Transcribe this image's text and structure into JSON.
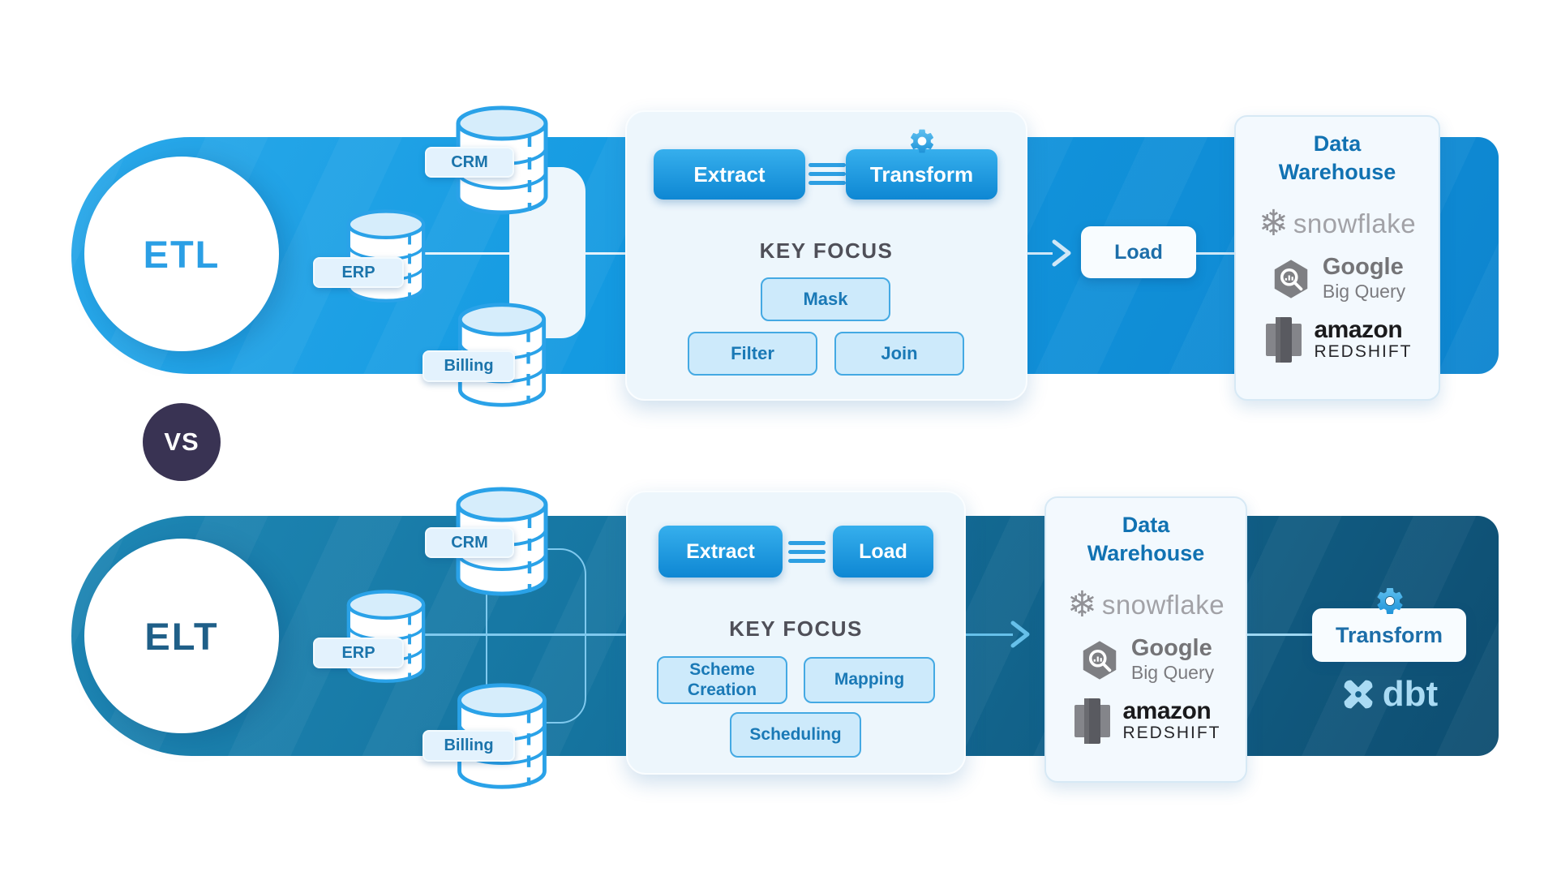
{
  "top_pipeline": {
    "badge": "ETL",
    "sources": {
      "crm": "CRM",
      "erp": "ERP",
      "billing": "Billing"
    },
    "steps": {
      "extract": "Extract",
      "transform": "Transform",
      "load": "Load"
    },
    "key_focus": {
      "heading": "KEY FOCUS",
      "item1": "Mask",
      "item2": "Filter",
      "item3": "Join"
    },
    "warehouse": {
      "title_line1": "Data",
      "title_line2": "Warehouse",
      "vendor_snowflake": "snowflake",
      "vendor_google_brand": "Google",
      "vendor_google_product": "Big Query",
      "vendor_amazon_brand": "amazon",
      "vendor_amazon_product": "REDSHIFT"
    }
  },
  "divider": {
    "label": "VS"
  },
  "bottom_pipeline": {
    "badge": "ELT",
    "sources": {
      "crm": "CRM",
      "erp": "ERP",
      "billing": "Billing"
    },
    "steps": {
      "extract": "Extract",
      "load": "Load",
      "transform": "Transform"
    },
    "key_focus": {
      "heading": "KEY FOCUS",
      "item1": "Scheme Creation",
      "item2": "Mapping",
      "item3": "Scheduling"
    },
    "warehouse": {
      "title_line1": "Data",
      "title_line2": "Warehouse",
      "vendor_snowflake": "snowflake",
      "vendor_google_brand": "Google",
      "vendor_google_product": "Big Query",
      "vendor_amazon_brand": "amazon",
      "vendor_amazon_product": "REDSHIFT"
    },
    "dbt_label": "dbt"
  },
  "icons": {
    "snowflake_glyph": "❄"
  },
  "colors": {
    "top_band": "#149ae1",
    "bottom_band": "#14719c",
    "accent_blue": "#2aa2e8",
    "vs_badge": "#393353",
    "dbt_blue": "#a9dbf4"
  }
}
